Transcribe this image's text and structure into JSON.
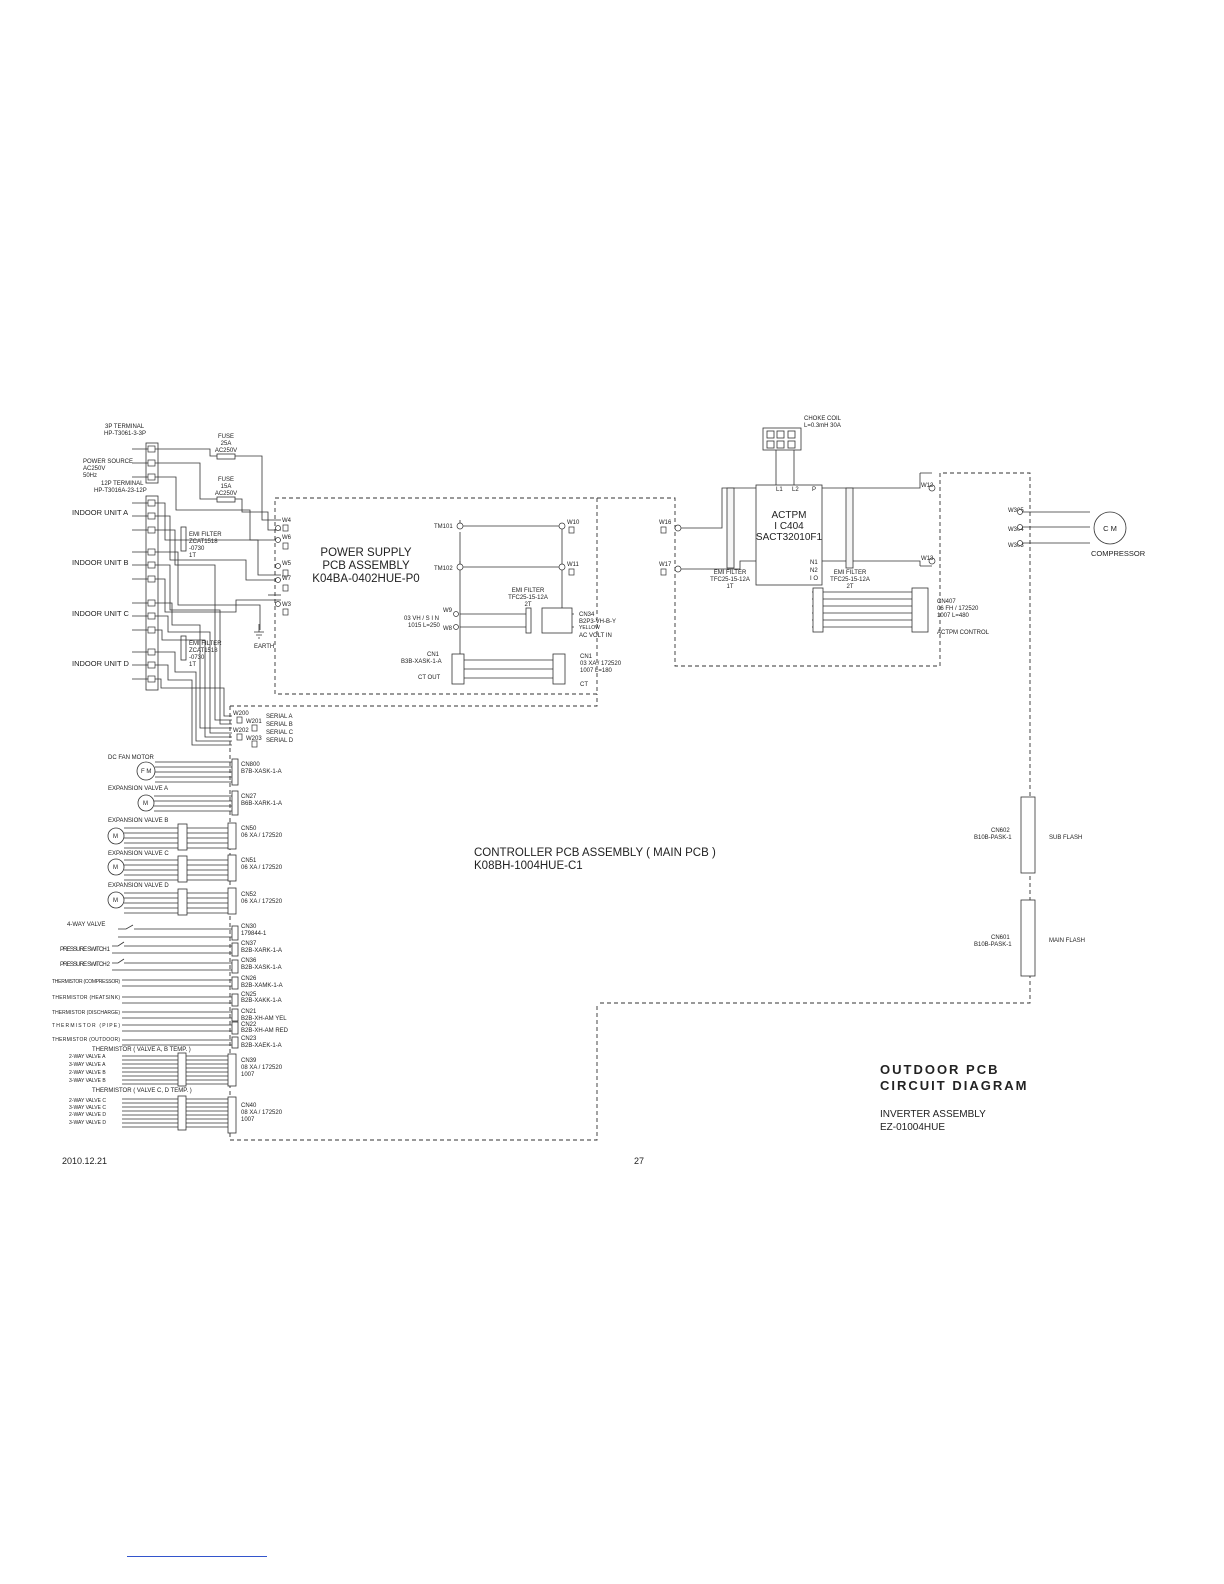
{
  "footer": {
    "date": "2010.12.21",
    "page": "27"
  },
  "title": {
    "line1": "OUTDOOR PCB",
    "line2": "CIRCUIT DIAGRAM",
    "sub1": "INVERTER ASSEMBLY",
    "sub2": "EZ-01004HUE"
  },
  "power_pcb": {
    "line1": "POWER SUPPLY",
    "line2": "PCB ASSEMBLY",
    "line3": "K04BA-0402HUE-P0"
  },
  "controller_pcb": {
    "line1": "CONTROLLER PCB ASSEMBLY ( MAIN PCB )",
    "line2": "K08BH-1004HUE-C1"
  },
  "actpm": {
    "line1": "ACTPM",
    "line2": "I C404",
    "line3": "SACT32010F1"
  },
  "choke": {
    "line1": "CHOKE COIL",
    "line2": "L=0.3mH  30A"
  },
  "terminals": {
    "t3p": "3P TERMINAL",
    "t3p_part": "HP-T3061-3-3P",
    "power_source": "POWER SOURCE",
    "power_v": "AC250V",
    "power_hz": "50Hz",
    "t12p": "12P TERMINAL",
    "t12p_part": "HP-T3016A-23-12P"
  },
  "fuses": [
    {
      "l1": "FUSE",
      "l2": "25A",
      "l3": "AC250V"
    },
    {
      "l1": "FUSE",
      "l2": "15A",
      "l3": "AC250V"
    }
  ],
  "indoor_units": [
    "INDOOR UNIT A",
    "INDOOR UNIT B",
    "INDOOR UNIT C",
    "INDOOR UNIT D"
  ],
  "emi_left": [
    {
      "l1": "EMI FILTER",
      "l2": "ZCAT1518",
      "l3": "-0730",
      "l4": "1T"
    },
    {
      "l1": "EMI FILTER",
      "l2": "ZCAT1518",
      "l3": "-0730",
      "l4": "1T"
    }
  ],
  "earth": "EARTH",
  "wires_top": [
    "W4",
    "W6",
    "W5",
    "W7",
    "W3"
  ],
  "psu": {
    "tm101": "TM101",
    "tm102": "TM102",
    "w10": "W10",
    "w11": "W11",
    "emi1": "EMI FILTER",
    "emi2": "TFC25-15-12A",
    "emi3": "2T",
    "w9": "W9",
    "w8": "W8",
    "vh1": "03  VH / S I N",
    "vh2": "1015  L=250",
    "cn34": "CN34",
    "cn34_part": "B2P3-VH-B-Y",
    "cn34_yel": "YELLOW",
    "acvolt": "AC VOLT  IN",
    "cn1l": "CN1",
    "cn1l_part": "B3B-XASK-1-A",
    "ctout": "CT OUT",
    "cn1r": "CN1",
    "cn1r_part": "03  XA / 172520",
    "cn1r_len": "1007  L=180",
    "ct": "CT"
  },
  "right": {
    "w16": "W16",
    "w17": "W17",
    "l1": "L1",
    "l2": "L2",
    "p": "P",
    "n1": "N1",
    "n2": "N2",
    "io": "I O",
    "emi_a1": "EMI FILTER",
    "emi_a2": "TFC25-15-12A",
    "emi_a3": "1T",
    "emi_b1": "EMI FILTER",
    "emi_b2": "TFC25-15-12A",
    "emi_b3": "2T",
    "w12": "W12",
    "w13": "W13",
    "w305": "W305",
    "w304": "W304",
    "w303": "W303",
    "cm": "C M",
    "compressor": "COMPRESSOR",
    "cn407": "CN407",
    "cn407_part": "06  FH / 172520",
    "cn407_len": "1007  L=480",
    "actpm_ctrl": "ACTPM CONTROL",
    "cn602": "CN602",
    "cn602_part": "B10B-PASK-1",
    "sub_flash": "SUB FLASH",
    "cn601": "CN601",
    "cn601_part": "B10B-PASK-1",
    "main_flash": "MAIN FLASH"
  },
  "serial": {
    "w200": "W200",
    "w201": "W201",
    "w202": "W202",
    "w203": "W203",
    "a": "SERIAL A",
    "b": "SERIAL B",
    "c": "SERIAL C",
    "d": "SERIAL D"
  },
  "left_devices": [
    {
      "label": "DC FAN MOTOR",
      "cn": "CN800",
      "part": "B7B-XASK-1-A"
    },
    {
      "label": "EXPANSION VALVE A",
      "cn": "CN27",
      "part": "B6B-XARK-1-A"
    },
    {
      "label": "EXPANSION VALVE B",
      "cn": "CN50",
      "part": "06  XA / 172520"
    },
    {
      "label": "EXPANSION VALVE C",
      "cn": "CN51",
      "part": "06  XA / 172520"
    },
    {
      "label": "EXPANSION VALVE D",
      "cn": "CN52",
      "part": "06  XA / 172520"
    }
  ],
  "lower_devices": [
    {
      "label": "4-WAY VALVE",
      "cn": "CN30",
      "part": "179844-1"
    },
    {
      "label": "PRESSURE SWITCH 1",
      "cn": "CN37",
      "part": "B2B-XARK-1-A"
    },
    {
      "label": "PRESSURE SWITCH 2",
      "cn": "CN36",
      "part": "B2B-XASK-1-A"
    },
    {
      "label": "THERMISTOR (COMPRESSOR)",
      "cn": "CN26",
      "part": "B2B-XAMK-1-A"
    },
    {
      "label": "THERMISTOR (HEATSINK)",
      "cn": "CN25",
      "part": "B2B-XAKK-1-A"
    },
    {
      "label": "THERMISTOR (DISCHARGE)",
      "cn": "CN21",
      "part": "B2B-XH-AM YEL"
    },
    {
      "label": "THERMISTOR (PIPE)",
      "cn": "CN22",
      "part": "B2B-XH-AM RED"
    },
    {
      "label": "THERMISTOR (OUTDOOR)",
      "cn": "CN23",
      "part": "B2B-XAEK-1-A"
    }
  ],
  "valve_groups": [
    {
      "heading": "THERMISTOR ( VALVE A, B TEMP. )",
      "items": [
        "2-WAY VALVE A",
        "3-WAY VALVE A",
        "2-WAY VALVE B",
        "3-WAY VALVE B"
      ],
      "cn": "CN39",
      "part": "08  XA / 172520",
      "len": "1007"
    },
    {
      "heading": "THERMISTOR ( VALVE C, D TEMP. )",
      "items": [
        "2-WAY VALVE C",
        "3-WAY VALVE C",
        "2-WAY VALVE D",
        "3-WAY VALVE D"
      ],
      "cn": "CN40",
      "part": "08  XA / 172520",
      "len": "1007"
    }
  ]
}
